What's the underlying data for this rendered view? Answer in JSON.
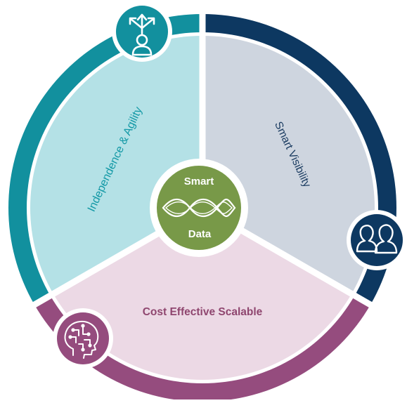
{
  "center": {
    "line1": "Smart",
    "line2": "Data"
  },
  "segments": [
    {
      "key": "independence",
      "label": "Independence & Agility",
      "ring_color": "#12909e",
      "fill_color": "#b4e1e6",
      "text_color": "#1399a6",
      "icon": "person-arrows-icon"
    },
    {
      "key": "visibility",
      "label": "Smart Visibility",
      "ring_color": "#0d3861",
      "fill_color": "#ced5df",
      "text_color": "#1a3b60",
      "icon": "people-group-icon"
    },
    {
      "key": "scalable",
      "label": "Cost Effective Scalable",
      "ring_color": "#954c7e",
      "fill_color": "#ecd9e5",
      "text_color": "#8f466f",
      "icon": "brain-circuit-icon"
    }
  ],
  "center_color": "#789948"
}
